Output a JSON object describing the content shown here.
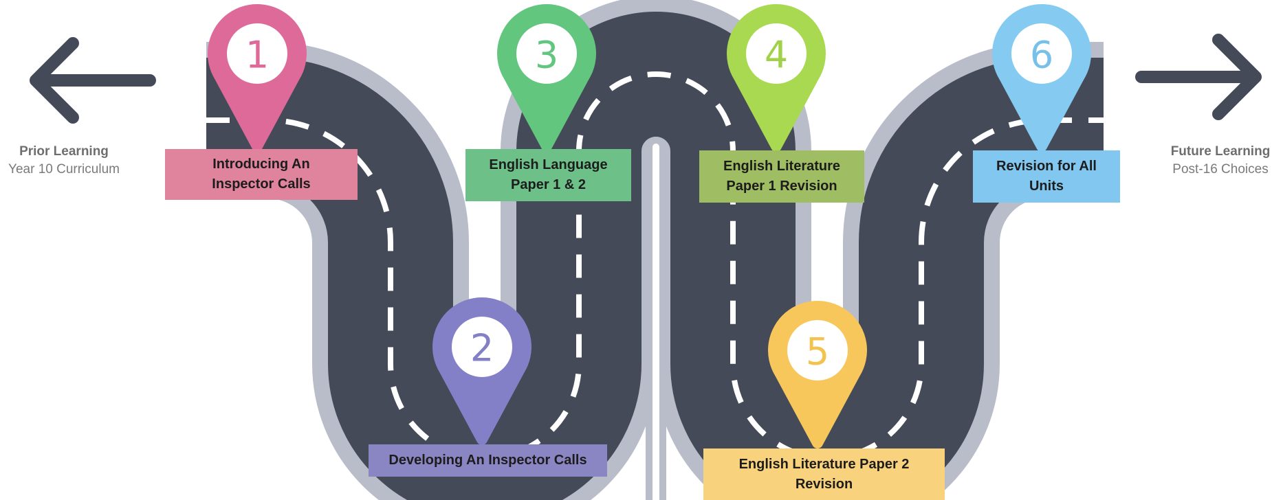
{
  "prior": {
    "title": "Prior Learning",
    "subtitle": "Year 10 Curriculum"
  },
  "future": {
    "title": "Future Learning",
    "subtitle": "Post-16 Choices"
  },
  "colors": {
    "road": "#454a59",
    "road_edge": "#b9bcc9",
    "lane_mark": "#ffffff",
    "arrow": "#454a59"
  },
  "steps": [
    {
      "number": "1",
      "label": "Introducing An\nInspector Calls",
      "pin_color": "#de6a9a",
      "box_color": "#e0849d",
      "number_color": "#de6a9a"
    },
    {
      "number": "2",
      "label": "Developing An Inspector Calls",
      "pin_color": "#8480c8",
      "box_color": "#8a86c3",
      "number_color": "#8480c8"
    },
    {
      "number": "3",
      "label": "English Language\nPaper 1 & 2",
      "pin_color": "#62c67f",
      "box_color": "#6cc088",
      "number_color": "#62c67f"
    },
    {
      "number": "4",
      "label": "English Literature\nPaper 1 Revision",
      "pin_color": "#a9d950",
      "box_color": "#9fbd62",
      "number_color": "#a0d148"
    },
    {
      "number": "5",
      "label": "English Literature Paper 2\nRevision",
      "pin_color": "#f8c75b",
      "box_color": "#f8d27d",
      "number_color": "#f4c34f"
    },
    {
      "number": "6",
      "label": "Revision for All\nUnits",
      "pin_color": "#85cbf1",
      "box_color": "#81c7ef",
      "number_color": "#76c0ea"
    }
  ]
}
